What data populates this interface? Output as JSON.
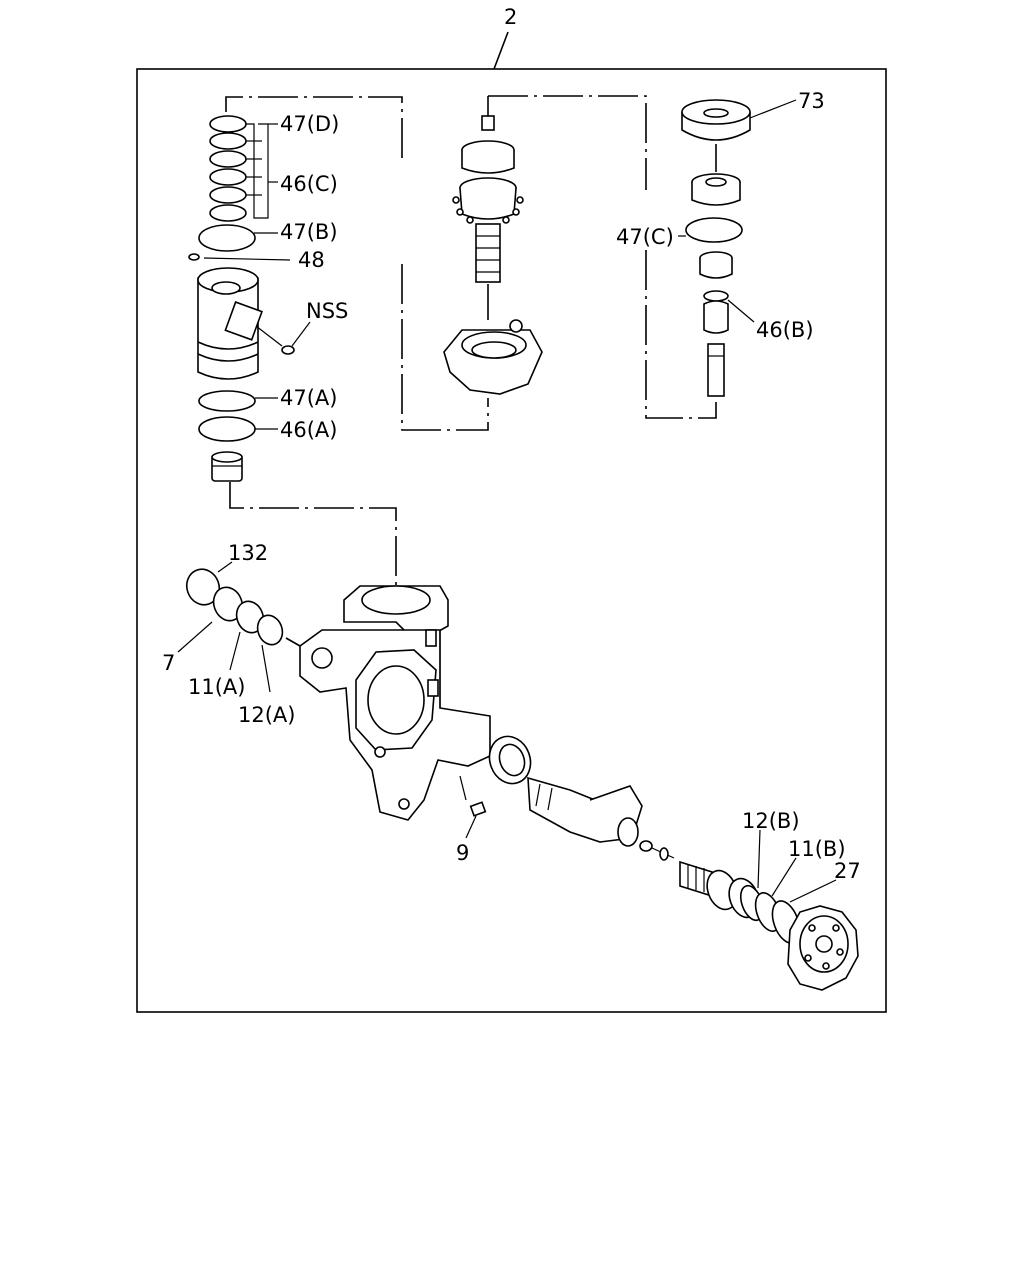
{
  "assembly_number": "2",
  "callouts": {
    "c73": "73",
    "c47d": "47(D)",
    "c46c": "46(C)",
    "c47b": "47(B)",
    "c48": "48",
    "cnss": "NSS",
    "c47c": "47(C)",
    "c46b": "46(B)",
    "c47a": "47(A)",
    "c46a": "46(A)",
    "c132": "132",
    "c7": "7",
    "c11a": "11(A)",
    "c12a": "12(A)",
    "c9": "9",
    "c12b": "12(B)",
    "c11b": "11(B)",
    "c27": "27"
  }
}
